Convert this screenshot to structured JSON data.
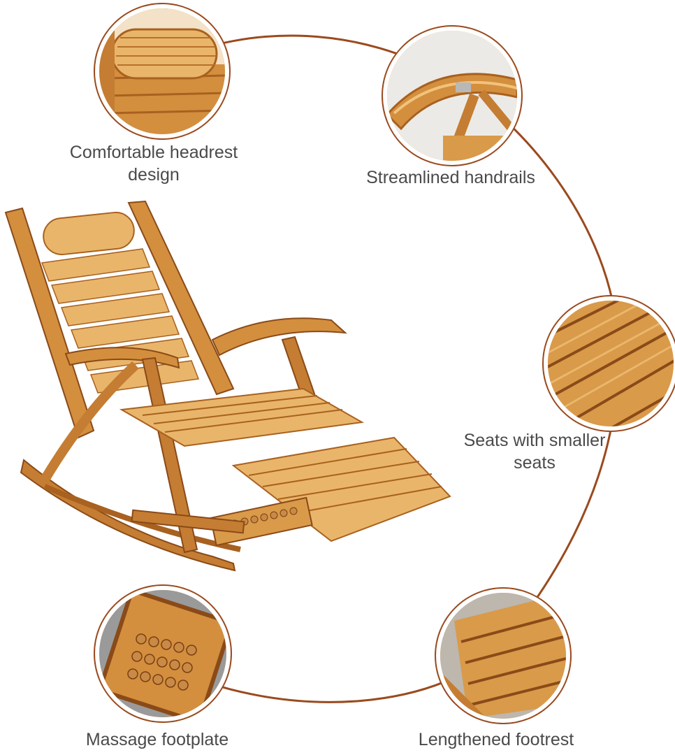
{
  "callouts": {
    "headrest": "Comfortable headrest\ndesign",
    "handrails": "Streamlined handrails",
    "seats": "Seats with smaller\nseats",
    "footplate": "Massage footplate",
    "footrest": "Lengthened footrest"
  },
  "colors": {
    "connector": "#9a4a1e",
    "bamboo_light": "#e9b56a",
    "bamboo": "#d38f3e",
    "bamboo_dark": "#a8611f",
    "label_text": "#4a4a4a"
  }
}
